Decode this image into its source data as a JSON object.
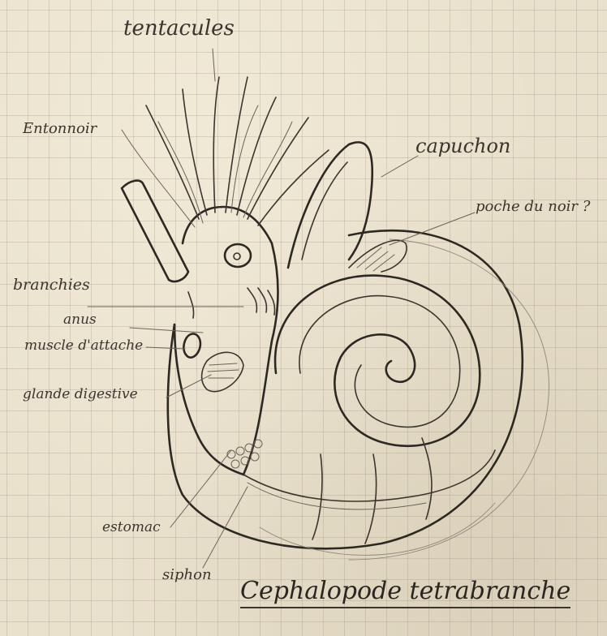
{
  "labels": {
    "tentacules": "tentacules",
    "entonnoir": "Entonnoir",
    "capuchon": "capuchon",
    "poche_du_noir": "poche du noir ?",
    "branchies": "branchies",
    "anus": "anus",
    "muscle_attache": "muscle d'attache",
    "glande": "glande digestive",
    "estomac": "estomac",
    "siphon": "siphon"
  },
  "title": "Cephalopode tetrabranche",
  "colors": {
    "ink": "#3a352e",
    "paper": "#e9e1cc",
    "grid": "#786e5f"
  }
}
